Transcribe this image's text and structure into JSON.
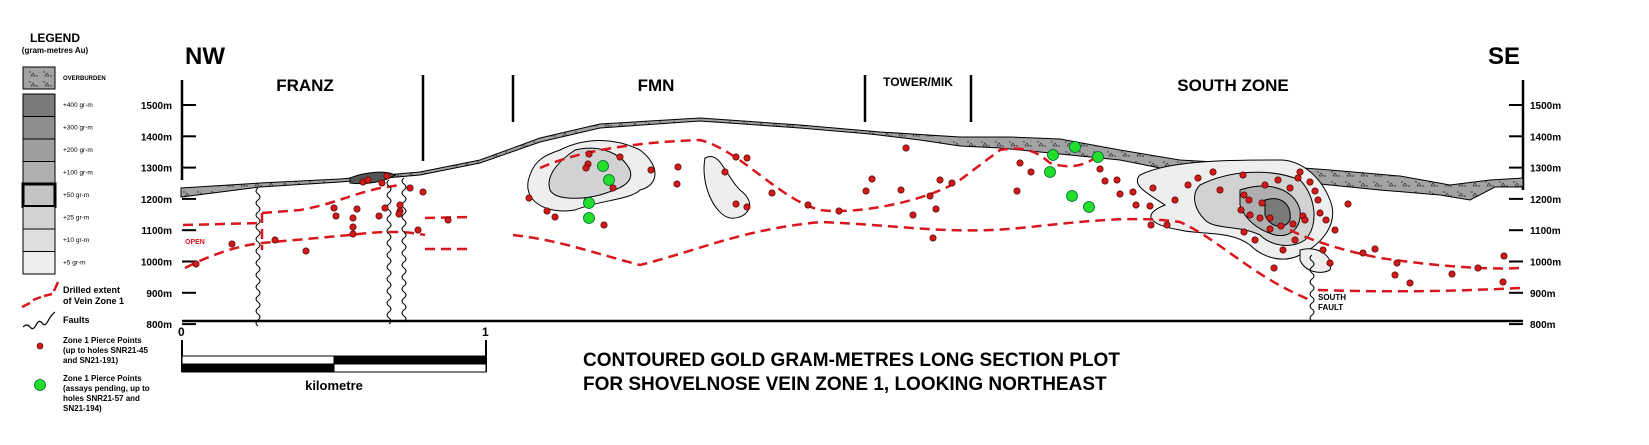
{
  "legend": {
    "title": "LEGEND",
    "subtitle": "(gram-metres Au)",
    "overburden": "OVERBURDEN",
    "grades": [
      {
        "label": "+400 gr-m",
        "color": "#7a7a7a"
      },
      {
        "label": "+300 gr-m",
        "color": "#8e8e8e"
      },
      {
        "label": "+200 gr-m",
        "color": "#9e9e9e"
      },
      {
        "label": "+100 gr-m",
        "color": "#afafaf"
      },
      {
        "label": "+50 gr-m",
        "color": "#c4c4c4"
      },
      {
        "label": "+25 gr-m",
        "color": "#d2d2d2"
      },
      {
        "label": "+10 gr-m",
        "color": "#dedede"
      },
      {
        "label": "+5 gr-m",
        "color": "#eeeeee"
      }
    ],
    "drilled_extent_1": "Drilled extent",
    "drilled_extent_2": "of Vein Zone 1",
    "faults": "Faults",
    "pierce_1": [
      "Zone 1 Pierce Points",
      "(up to holes SNR21-45",
      "and SN21-191)"
    ],
    "pierce_2": [
      "Zone 1 Pierce Points",
      "(assays pending, up to",
      "holes SNR21-57 and",
      "SN21-194)"
    ]
  },
  "directions": {
    "left": "NW",
    "right": "SE"
  },
  "zones": [
    "FRANZ",
    "FMN",
    "TOWER/MIK",
    "SOUTH ZONE"
  ],
  "elevation_labels": [
    "1500m",
    "1400m",
    "1300m",
    "1200m",
    "1100m",
    "1000m",
    "900m",
    "800m"
  ],
  "annotations": {
    "open": "OPEN",
    "south_fault_1": "SOUTH",
    "south_fault_2": "FAULT"
  },
  "scale": {
    "start": "0",
    "end": "1",
    "unit": "kilometre"
  },
  "title": {
    "line1": "CONTOURED GOLD GRAM-METRES LONG SECTION PLOT",
    "line2": "FOR SHOVELNOSE VEIN ZONE 1, LOOKING NORTHEAST"
  },
  "colors": {
    "drilled_extent": "#d9161b",
    "pierce_point": "#d01a1a",
    "pending_point": "#22e02a",
    "overburden": "#9a9a9a"
  }
}
